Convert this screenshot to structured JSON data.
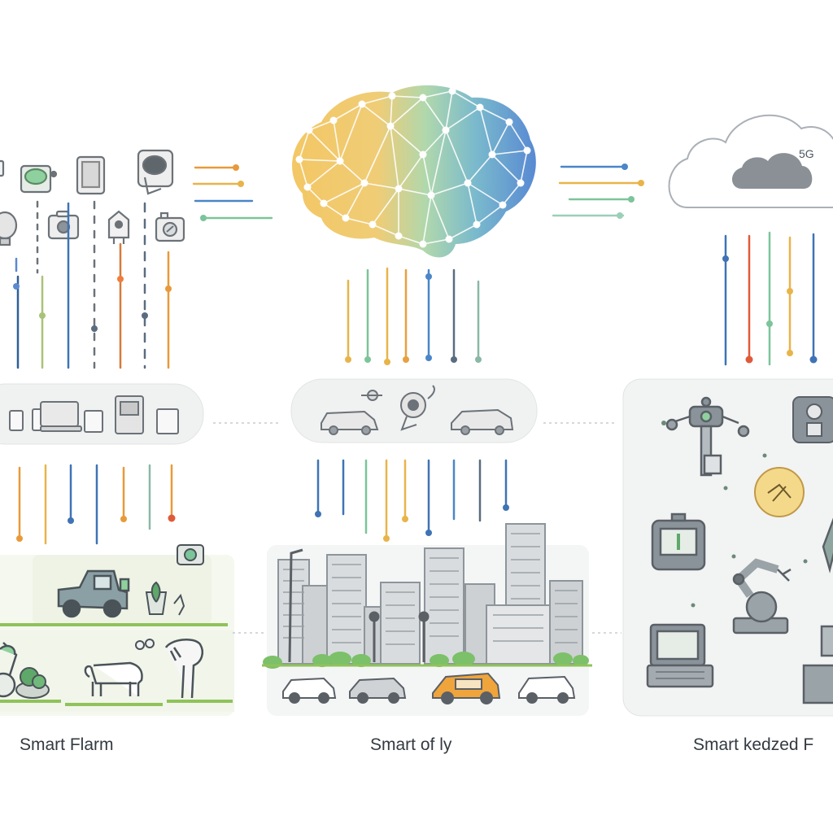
{
  "diagram": {
    "cloud_label": "5G",
    "sections": [
      {
        "id": "farm",
        "caption": "Smart Flarm"
      },
      {
        "id": "city",
        "caption": "Smart of ly"
      },
      {
        "id": "factory",
        "caption": "Smart kedzed F"
      }
    ]
  },
  "colors": {
    "yellow": "#e8b44a",
    "orange": "#ef7d3c",
    "green": "#7cc49a",
    "blue": "#4a86c8",
    "slate": "#5a6c80",
    "device": "#6b7278",
    "panel": "#f1f2f2",
    "grass": "#8fc35a"
  }
}
